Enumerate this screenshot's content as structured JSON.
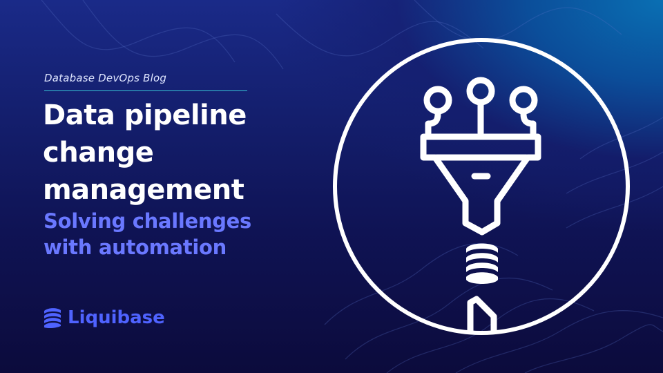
{
  "banner": {
    "kicker": "Database DevOps Blog",
    "title": "Data pipeline change management",
    "subtitle": "Solving challenges with automation",
    "logo_text": "Liquibase"
  },
  "colors": {
    "background_top": "#1a2a88",
    "background_bottom": "#0c0b3c",
    "accent_glow": "#0a6fb3",
    "rule": "#38c6d8",
    "subtitle": "#6a78ff",
    "brand": "#4f63ff",
    "text": "#ffffff"
  },
  "icons": {
    "logo": "liquibase-logo-icon",
    "illustration": "data-pipeline-funnel-icon"
  }
}
